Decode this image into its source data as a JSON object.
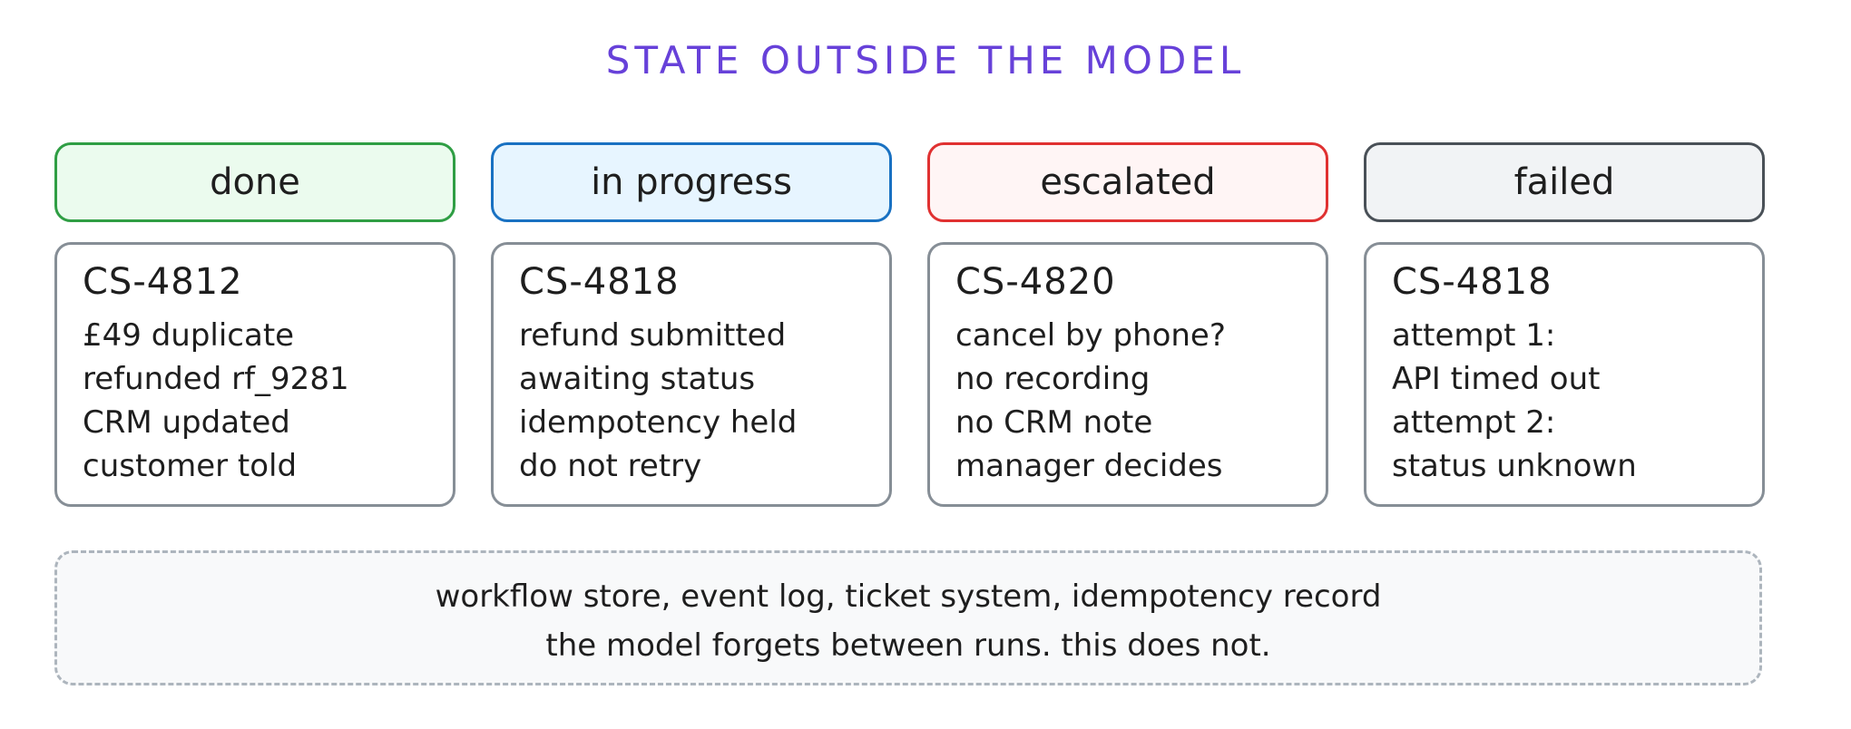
{
  "title": "STATE OUTSIDE THE MODEL",
  "columns": [
    {
      "status": "done",
      "header_border": "#2f9e44",
      "header_fill": "#ebfbee",
      "ticket": "CS-4812",
      "lines": [
        "£49 duplicate",
        "refunded rf_9281",
        "CRM updated",
        "customer told"
      ]
    },
    {
      "status": "in progress",
      "header_border": "#1971c2",
      "header_fill": "#e7f5ff",
      "ticket": "CS-4818",
      "lines": [
        "refund submitted",
        "awaiting status",
        "idempotency held",
        "do not retry"
      ]
    },
    {
      "status": "escalated",
      "header_border": "#e03131",
      "header_fill": "#fff5f5",
      "ticket": "CS-4820",
      "lines": [
        "cancel by phone?",
        "no recording",
        "no CRM note",
        "manager decides"
      ]
    },
    {
      "status": "failed",
      "header_border": "#495057",
      "header_fill": "#f1f3f5",
      "ticket": "CS-4818",
      "lines": [
        "attempt 1:",
        "API timed out",
        "attempt 2:",
        "status unknown"
      ]
    }
  ],
  "footer": {
    "line1": "workflow store, event log, ticket system, idempotency record",
    "line2": "the model forgets between runs. this does not."
  },
  "colors": {
    "title": "#6741d9",
    "card_border": "#868e96",
    "footer_border": "#adb5bd",
    "footer_fill": "#f8f9fa"
  }
}
